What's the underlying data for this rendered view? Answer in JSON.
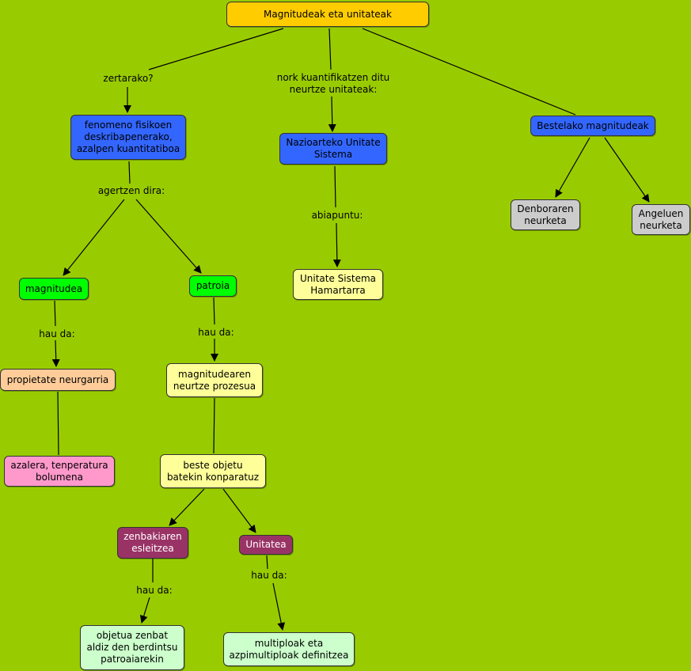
{
  "colors": {
    "background": "#99cc00",
    "root": "#ffcc00",
    "blue": "#3366ff",
    "green": "#00ff00",
    "yellow": "#ffff99",
    "peach": "#ffcc99",
    "pink": "#ff99cc",
    "maroon": "#993366",
    "mint": "#ccffcc",
    "gray": "#cccccc"
  },
  "nodes": {
    "root": "Magnitudeak eta unitateak",
    "fenomeno": "fenomeno fisikoen\ndeskribapenerako,\nazalpen kuantitatiboa",
    "nazioarteko": "Nazioarteko Unitate\nSistema",
    "bestelako": "Bestelako magnitudeak",
    "denboraren": "Denboraren\nneurketa",
    "angeluen": "Angeluen\nneurketa",
    "magnitudea": "magnitudea",
    "patroia": "patroia",
    "hamartarra": "Unitate Sistema\nHamartarra",
    "propietate": "propietate neurgarria",
    "neurtze_prozesua": "magnitudearen\nneurtze prozesua",
    "azalera": "azalera, tenperatura\nbolumena",
    "konparatuz": "beste objetu\nbatekin konparatuz",
    "zenbakiaren": "zenbakiaren\nesleitzea",
    "unitatea": "Unitatea",
    "objetua": "objetua zenbat\naldiz den berdintsu\npatroaiarekin",
    "multiploak": "multiploak eta\nazpimultiploak definitzea"
  },
  "links": {
    "zertarako": "zertarako?",
    "nork": "nork kuantifikatzen ditu\nneurtze unitateak:",
    "agertzen": "agertzen dira:",
    "abiapuntu": "abiapuntu:",
    "hauda_magnitudea": "hau da:",
    "hauda_patroia": "hau da:",
    "hauda_zenbakiaren": "hau da:",
    "hauda_unitatea": "hau da:"
  }
}
